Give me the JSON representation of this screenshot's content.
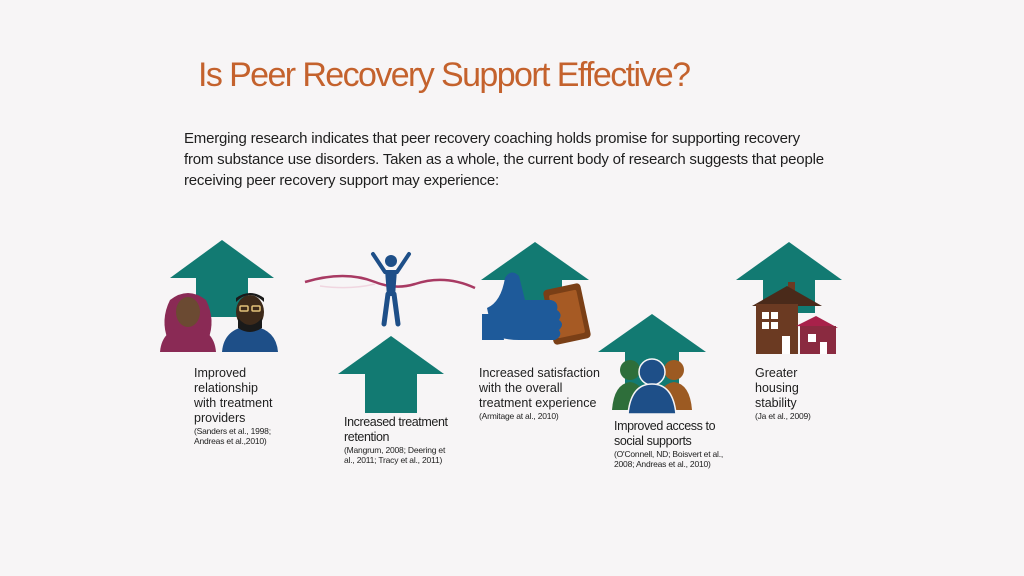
{
  "slide": {
    "title": "Is Peer Recovery Support Effective?",
    "intro": "Emerging research indicates that peer recovery coaching holds promise for supporting recovery from substance use disorders. Taken as a whole, the current body of research suggests that people receiving  peer recovery support may experience:"
  },
  "outcomes": [
    {
      "main": "Improved relationship with treatment providers",
      "cite": "(Sanders et al., 1998; Andreas et al.,2010)",
      "icon": "people-icon"
    },
    {
      "main": "Increased treatment retention",
      "cite": "(Mangrum, 2008; Deering et al., 2011; Tracy et al., 2011)",
      "icon": "runner-icon"
    },
    {
      "main": "Increased satisfaction with the overall treatment experience",
      "cite": "(Armitage at al., 2010)",
      "icon": "thumbs-up-icon"
    },
    {
      "main": "Improved access to social supports",
      "cite": "(O'Connell, ND; Boisvert et al., 2008; Andreas et al., 2010)",
      "icon": "group-icon"
    },
    {
      "main": "Greater housing stability",
      "cite": "(Ja et al., 2009)",
      "icon": "house-icon"
    }
  ],
  "colors": {
    "title": "#c4622d",
    "arrow": "#127a72",
    "ribbon": "#a83a63",
    "body_text": "#1e1e1e"
  }
}
